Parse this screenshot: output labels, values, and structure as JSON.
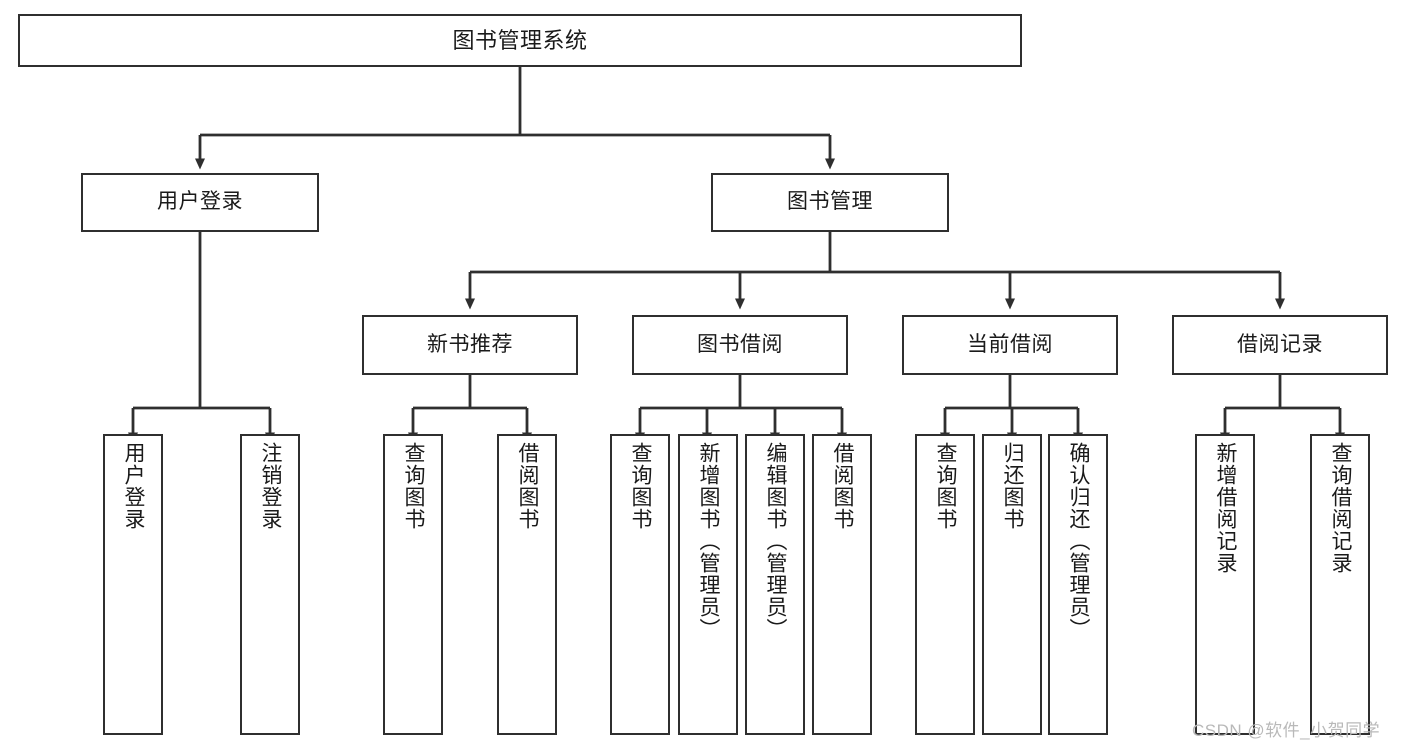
{
  "diagram": {
    "title": "图书管理系统",
    "type": "tree-hierarchy-chart",
    "watermark": "CSDN @软件_小贺同学",
    "colors": {
      "background": "#ffffff",
      "border": "#2f2f2f",
      "text": "#1a1a1a",
      "connector": "#2f2f2f",
      "watermark": "#b9b9b9"
    },
    "nodes": {
      "root": {
        "label": "图书管理系统"
      },
      "level2": [
        {
          "label": "用户登录"
        },
        {
          "label": "图书管理"
        }
      ],
      "level3": [
        {
          "label": "新书推荐"
        },
        {
          "label": "图书借阅"
        },
        {
          "label": "当前借阅"
        },
        {
          "label": "借阅记录"
        }
      ],
      "leaves": {
        "user_login": [
          {
            "label": "用户登录"
          },
          {
            "label": "注销登录"
          }
        ],
        "new_book_recommend": [
          {
            "label": "查询图书"
          },
          {
            "label": "借阅图书"
          }
        ],
        "book_borrow": [
          {
            "label": "查询图书"
          },
          {
            "label": "新增图书（管理员）"
          },
          {
            "label": "编辑图书（管理员）"
          },
          {
            "label": "借阅图书"
          }
        ],
        "current_borrow": [
          {
            "label": "查询图书"
          },
          {
            "label": "归还图书"
          },
          {
            "label": "确认归还（管理员）"
          }
        ],
        "borrow_records": [
          {
            "label": "新增借阅记录"
          },
          {
            "label": "查询借阅记录"
          }
        ]
      }
    }
  }
}
